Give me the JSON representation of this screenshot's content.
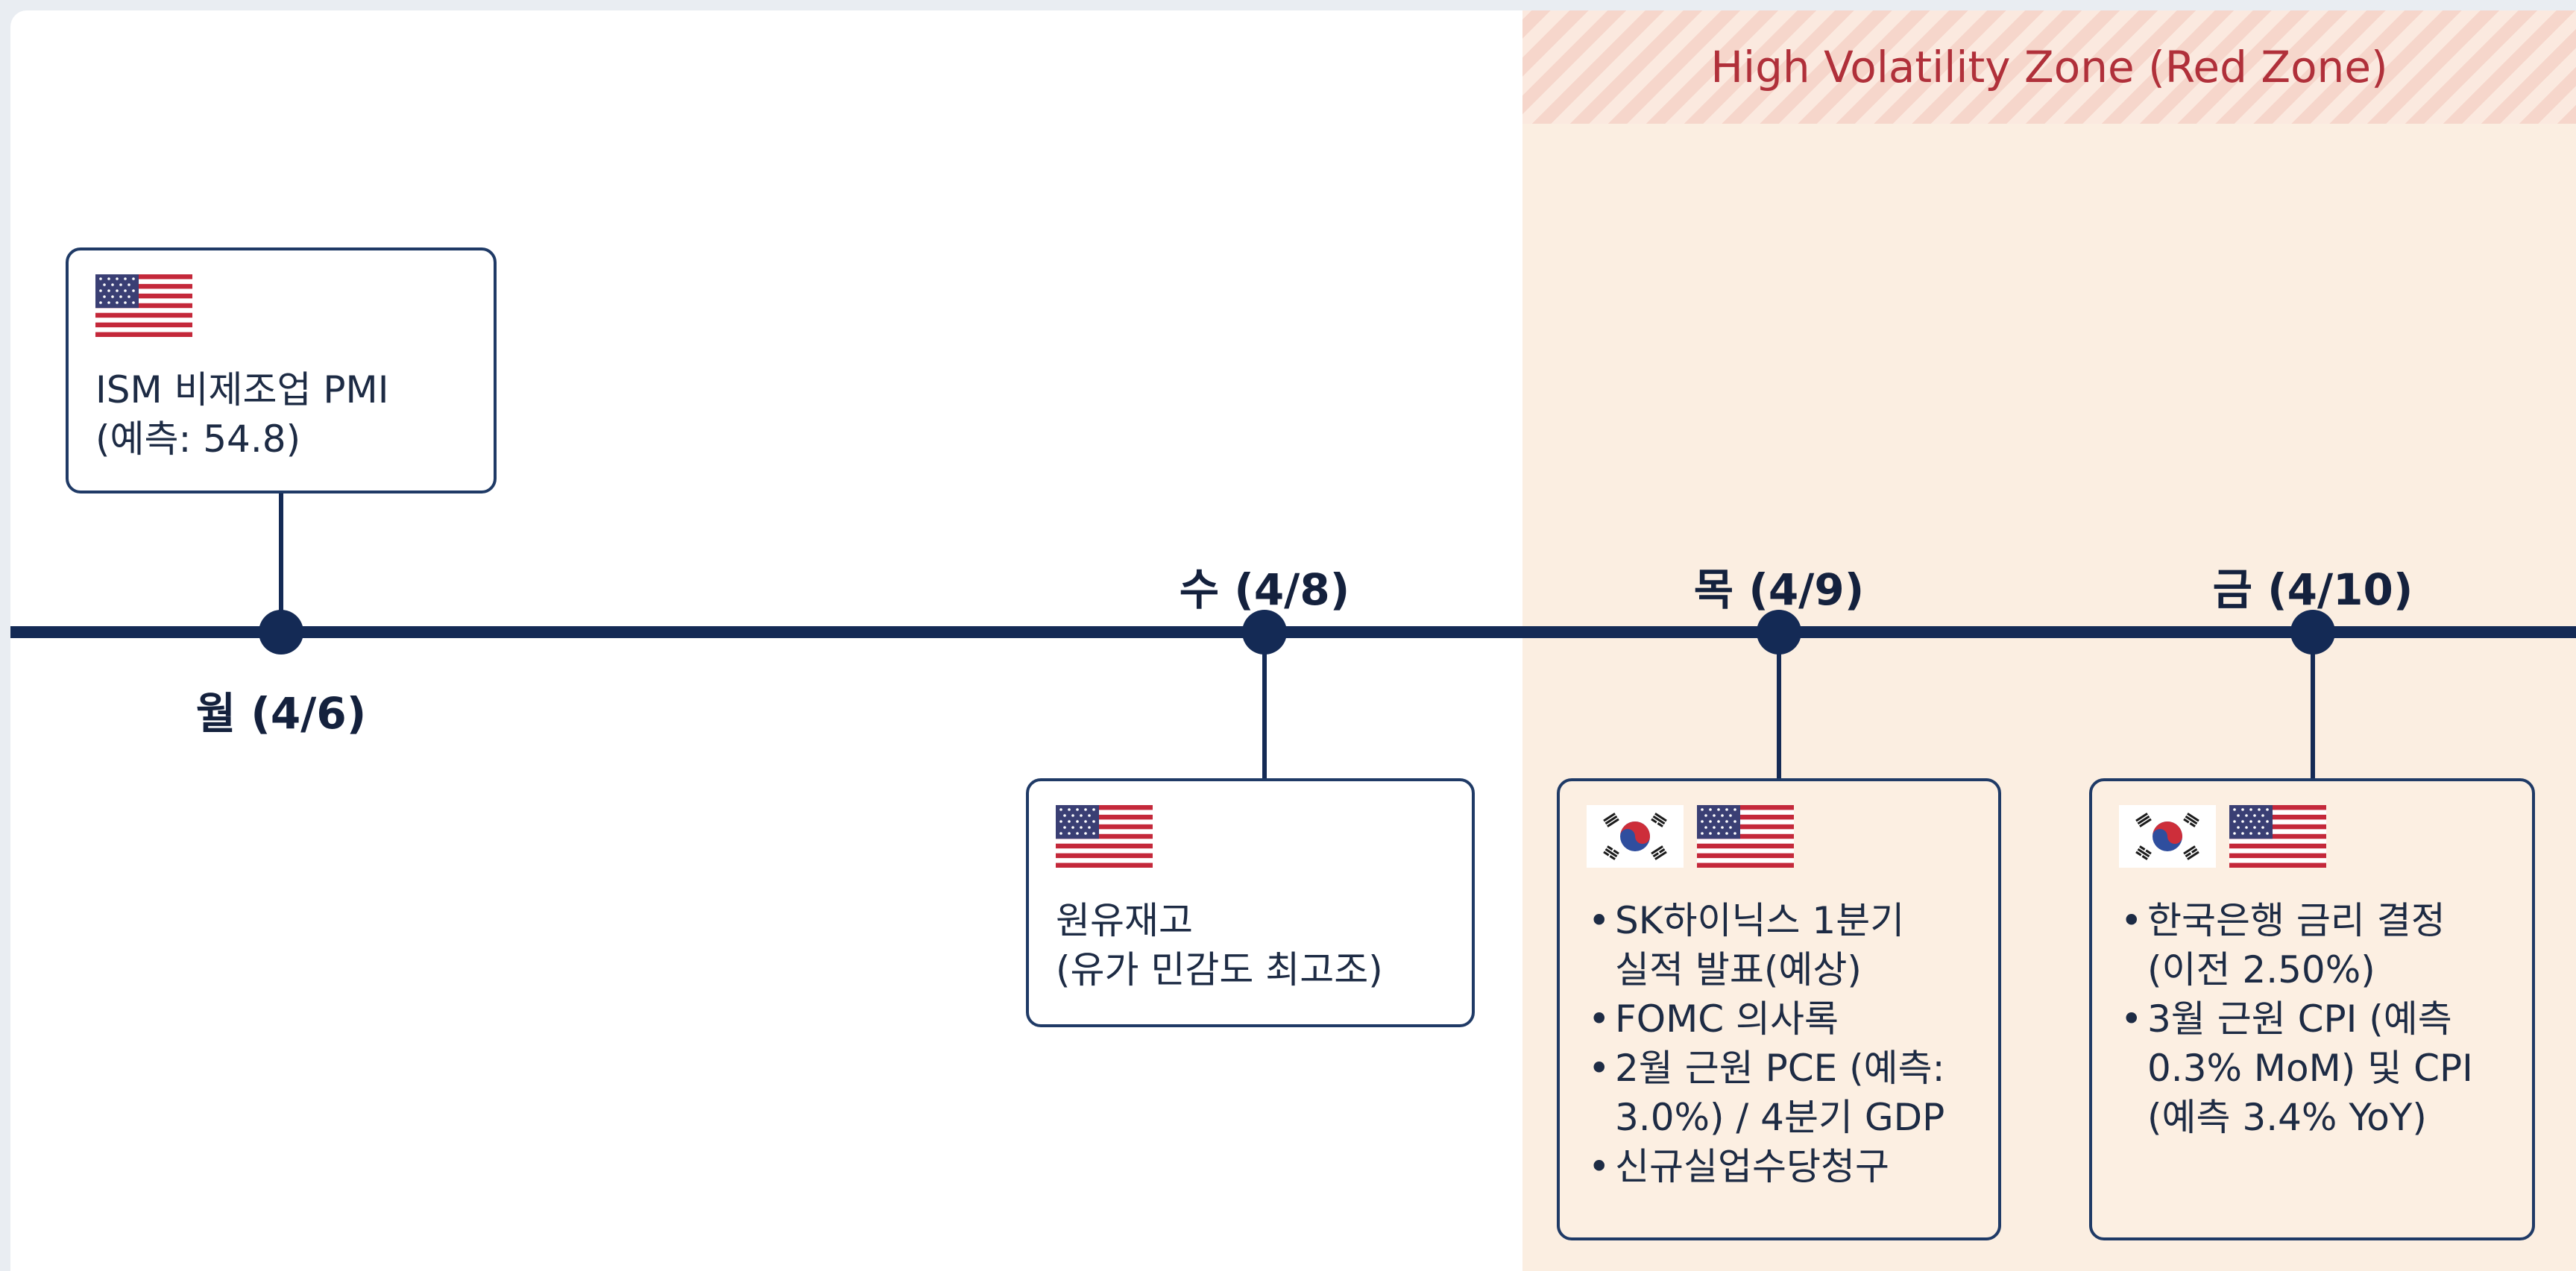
{
  "zone": {
    "title": "High Volatility Zone (Red Zone)"
  },
  "days": [
    {
      "label": "월 (4/6)"
    },
    {
      "label": "수 (4/8)"
    },
    {
      "label": "목 (4/9)"
    },
    {
      "label": "금 (4/10)"
    }
  ],
  "events": {
    "mon": {
      "flags": [
        "us-flag"
      ],
      "lines": [
        "ISM 비제조업 PMI",
        "(예측: 54.8)"
      ]
    },
    "wed": {
      "flags": [
        "us-flag"
      ],
      "lines": [
        "원유재고",
        "(유가 민감도 최고조)"
      ]
    },
    "thu": {
      "flags": [
        "kr-flag",
        "us-flag"
      ],
      "bullets": [
        [
          "SK하이닉스 1분기",
          "실적 발표(예상)"
        ],
        [
          "FOMC 의사록"
        ],
        [
          "2월 근원 PCE (예측:",
          "3.0%) / 4분기 GDP"
        ],
        [
          "신규실업수당청구"
        ]
      ]
    },
    "fri": {
      "flags": [
        "kr-flag",
        "us-flag"
      ],
      "bullets": [
        [
          "한국은행 금리 결정",
          "(이전 2.50%)"
        ],
        [
          "3월 근원 CPI (예측",
          "0.3% MoM) 및 CPI",
          "(예측 3.4% YoY)"
        ]
      ]
    }
  },
  "colors": {
    "axis": "#142a55",
    "zone_bg": "#fbeee1",
    "zone_title": "#b0303a",
    "card_border": "#1f3a66"
  }
}
